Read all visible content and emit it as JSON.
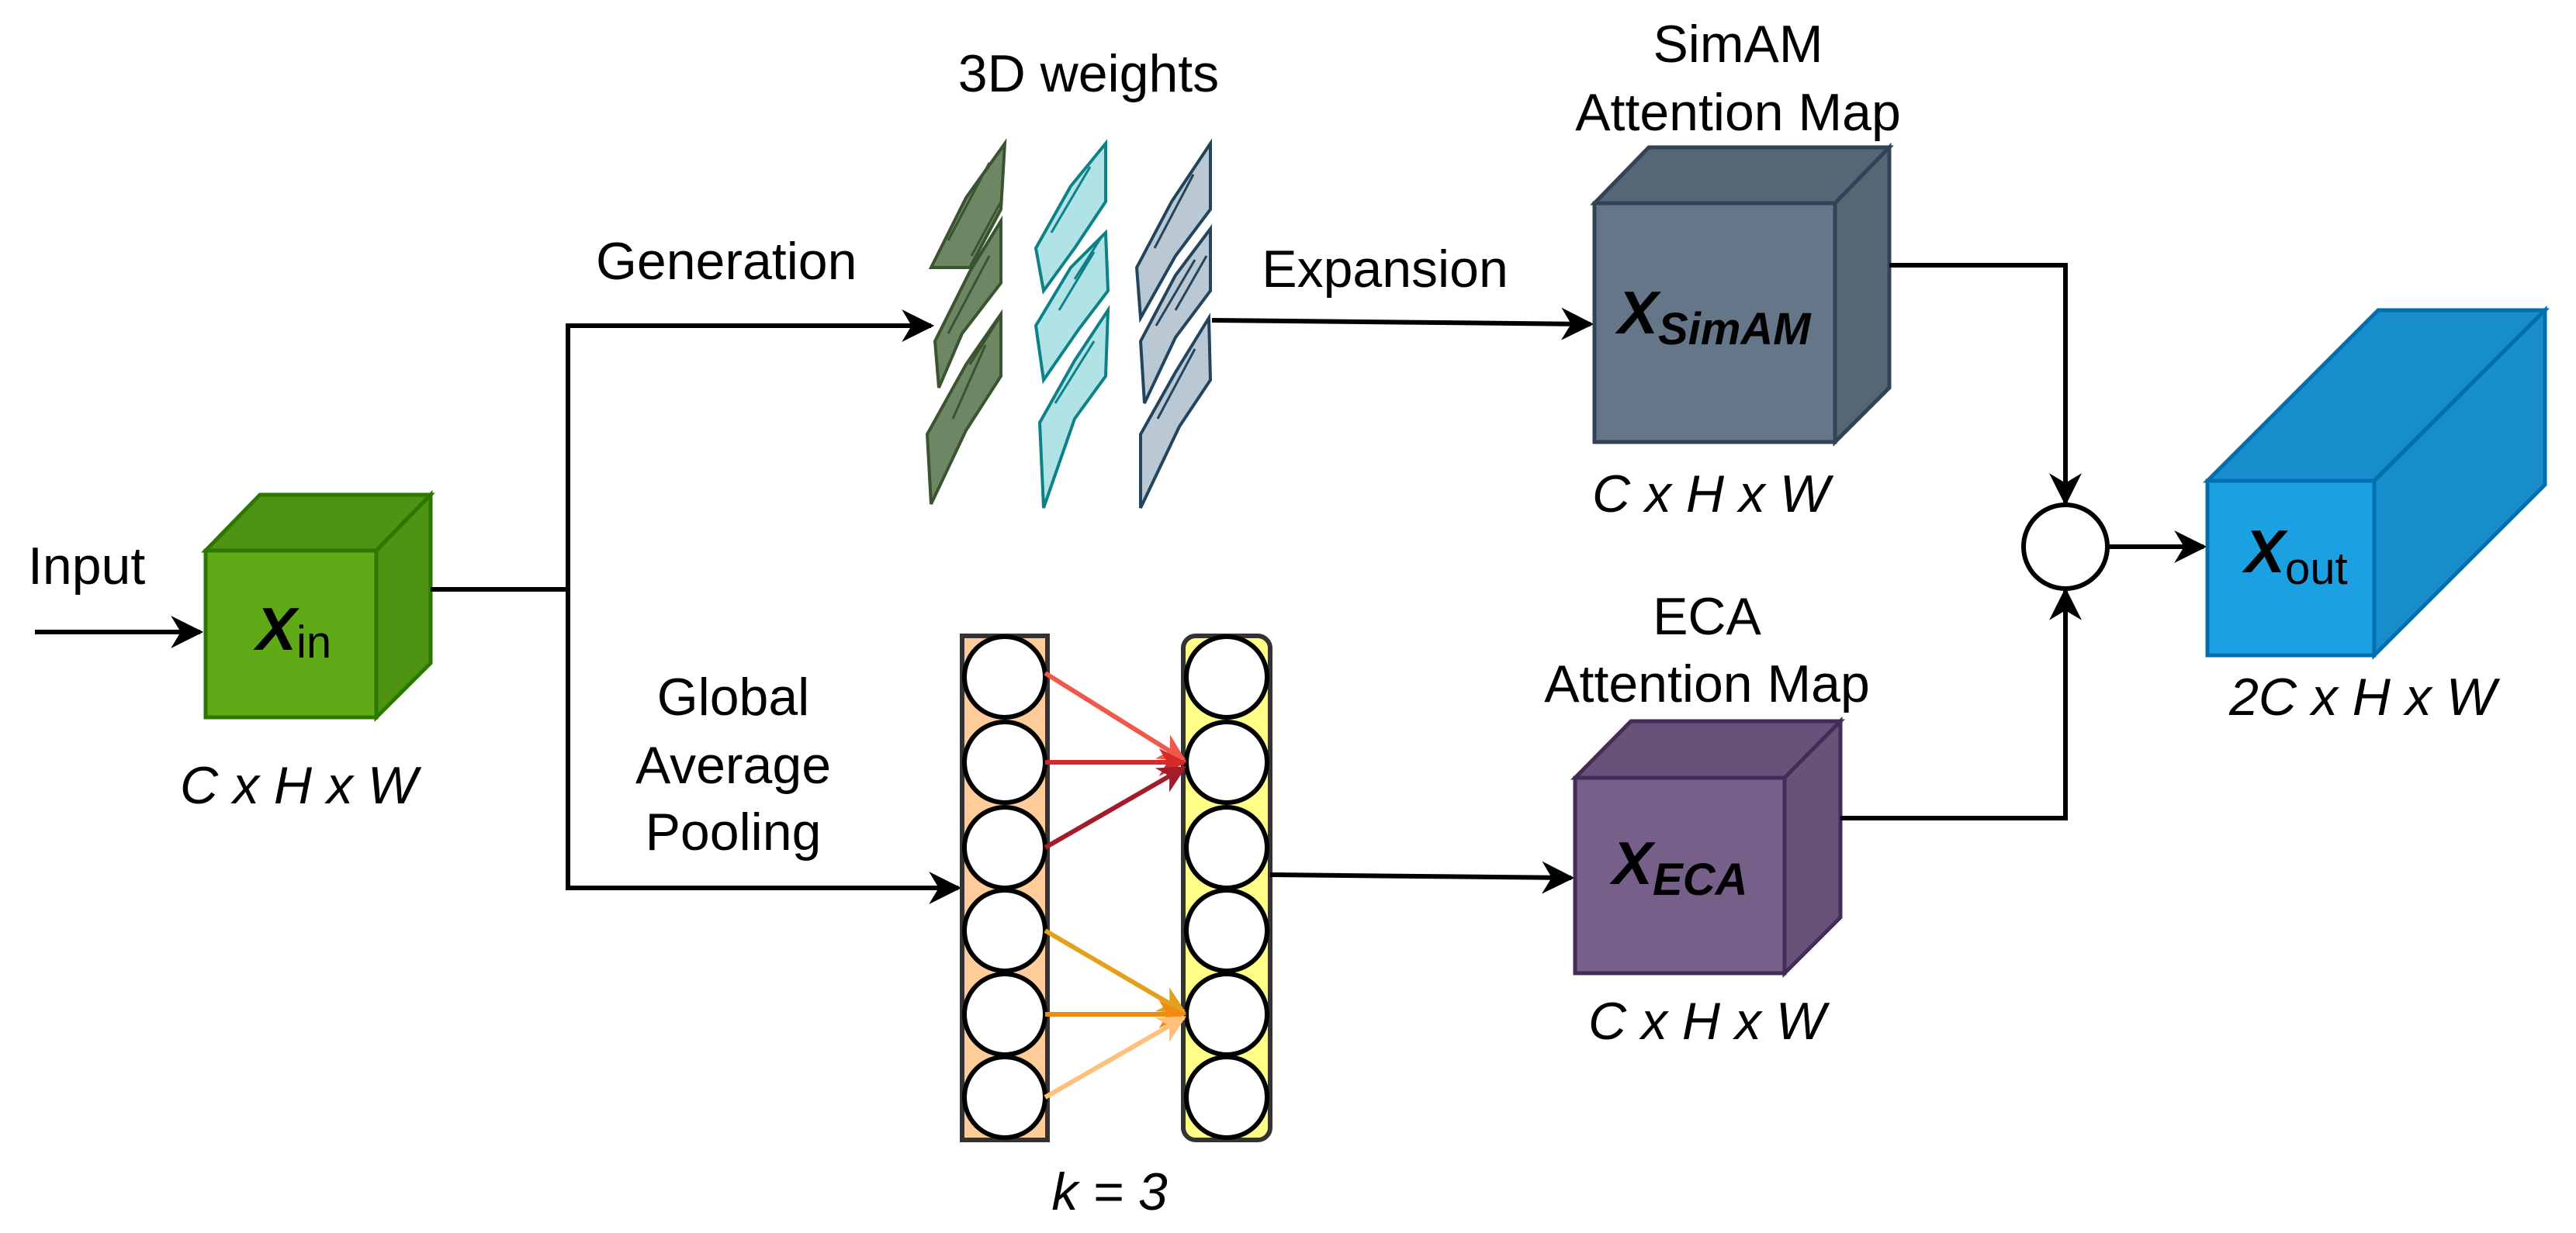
{
  "input_label": "Input",
  "dims_in": "C x H x W",
  "branch_top": {
    "label": "Generation",
    "weights_label": "3D weights",
    "expansion_label": "Expansion"
  },
  "branch_bottom": {
    "label_line1": "Global",
    "label_line2": "Average",
    "label_line3": "Pooling",
    "kernel_label": "k = 3"
  },
  "simam": {
    "title_line1": "SimAM",
    "title_line2": "Attention Map",
    "symbol": "X",
    "subscript": "SimAM",
    "dims": "C x H x W"
  },
  "eca": {
    "title_line1": "ECA",
    "title_line2": "Attention Map",
    "symbol": "X",
    "subscript": "ECA",
    "dims": "C x H x W"
  },
  "xin": {
    "symbol": "X",
    "subscript": "in"
  },
  "xout": {
    "symbol": "X",
    "subscript": "out",
    "dims": "2C x H x W"
  },
  "colors": {
    "xin_front": "#60a917",
    "xin_side": "#4f9315",
    "xin_stroke": "#2d7600",
    "simam_front": "#647687",
    "simam_side": "#566676",
    "simam_stroke": "#314354",
    "eca_front": "#76608a",
    "eca_side": "#675379",
    "eca_stroke": "#432d57",
    "xout_front": "#1ba1e2",
    "xout_side": "#178ecb",
    "xout_stroke": "#006eaf",
    "weights_green": "#6d8764",
    "weights_green_stroke": "#3a5431",
    "weights_cyan": "#b0e3e6",
    "weights_cyan_stroke": "#0e8088",
    "weights_blue": "#bac8d3",
    "weights_blue_stroke": "#23445d",
    "eca_col_left": "#ffcc99",
    "eca_col_right": "#ffff88"
  }
}
